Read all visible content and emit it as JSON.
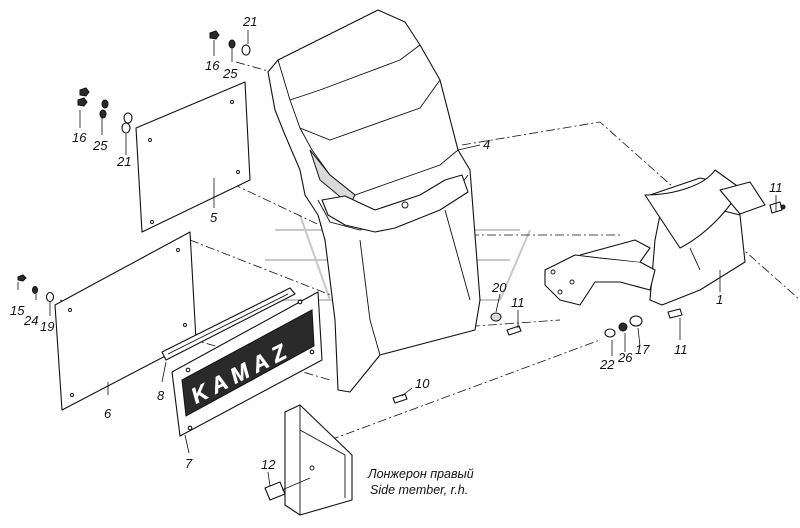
{
  "diagram": {
    "callouts": [
      "21",
      "16",
      "25",
      "16",
      "25",
      "21",
      "5",
      "4",
      "11",
      "1",
      "20",
      "11",
      "15",
      "24",
      "19",
      "6",
      "8",
      "7",
      "22",
      "26",
      "17",
      "11",
      "10",
      "12"
    ],
    "caption": {
      "ru": "Лонжерон правый",
      "en": "Side member, r.h."
    },
    "mudflap_brand": "KAMAZ"
  }
}
